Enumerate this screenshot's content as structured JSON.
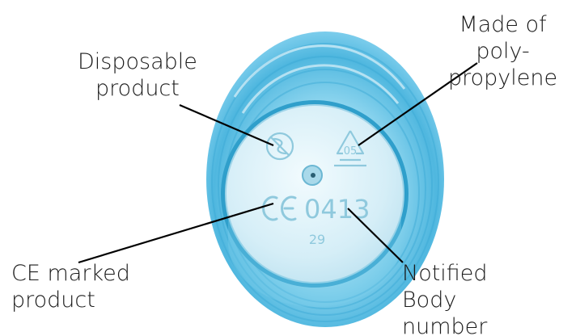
{
  "annotations": {
    "disposable": "Disposable\nproduct",
    "material": "Made of\npoly-\npropylene",
    "ce_marked": "CE marked\nproduct",
    "notified_body": "Notified\nBody\nnumber"
  },
  "embossed": {
    "recycling_code": "05",
    "ce_mark": "CE",
    "notified_body_number": "0413",
    "mold_number": "29"
  },
  "colors": {
    "cup_light": "#aee3f3",
    "cup_mid": "#5cc4e6",
    "cup_dark": "#2b9fca",
    "base": "#dcf1f8",
    "emboss": "#8fc9dd",
    "text": "#1a1a1a"
  }
}
